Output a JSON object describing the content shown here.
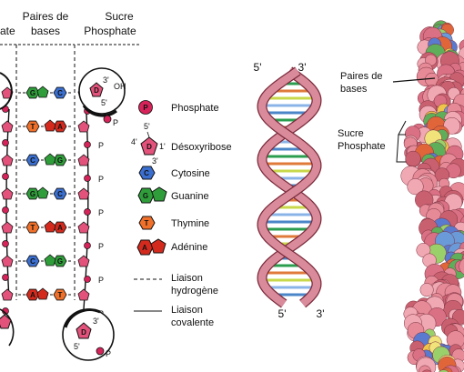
{
  "headers": {
    "left_partial": "ate",
    "pairs": [
      "Paires de",
      "bases"
    ],
    "sugar": [
      "Sucre",
      "Phosphate"
    ]
  },
  "legend": {
    "phosphate": "Phosphate",
    "deoxyribose": "Désoxyribose",
    "cytosine": "Cytosine",
    "guanine": "Guanine",
    "thymine": "Thymine",
    "adenine": "Adénine",
    "hbond": [
      "Liaison",
      "hydrogène"
    ],
    "covalent": [
      "Liaison",
      "covalente"
    ],
    "primes": {
      "p5": "5'",
      "p4": "4'",
      "p3": "3'",
      "p1": "1'"
    },
    "letters": {
      "P": "P",
      "D": "D",
      "C": "C",
      "G": "G",
      "T": "T",
      "A": "A"
    }
  },
  "ladder": {
    "top_circle": {
      "oh": "OH",
      "p3": "3'",
      "p5": "5'"
    },
    "bottom_circle": {
      "p3": "3'",
      "p5": "5'"
    },
    "p_letter": "P",
    "rungs": [
      {
        "left": "G",
        "right": "C"
      },
      {
        "left": "T",
        "right": "A"
      },
      {
        "left": "C",
        "right": "G"
      },
      {
        "left": "G",
        "right": "C"
      },
      {
        "left": "T",
        "right": "A"
      },
      {
        "left": "C",
        "right": "G"
      },
      {
        "left": "A",
        "right": "T"
      }
    ]
  },
  "helix": {
    "top_left": "5'",
    "top_right": "3'",
    "bottom_left": "5'",
    "bottom_right": "3'"
  },
  "spacefill": {
    "pairs": [
      "Paires de",
      "bases"
    ],
    "sugar": [
      "Sucre",
      "Phosphate"
    ]
  },
  "colors": {
    "phosphate": "#d6235a",
    "deoxyribose": "#e2527a",
    "cytosine": "#3a6fd0",
    "guanine": "#2f9e3a",
    "thymine": "#f0702a",
    "adenine": "#d42a1e",
    "ribbon": "#d98b9c"
  }
}
